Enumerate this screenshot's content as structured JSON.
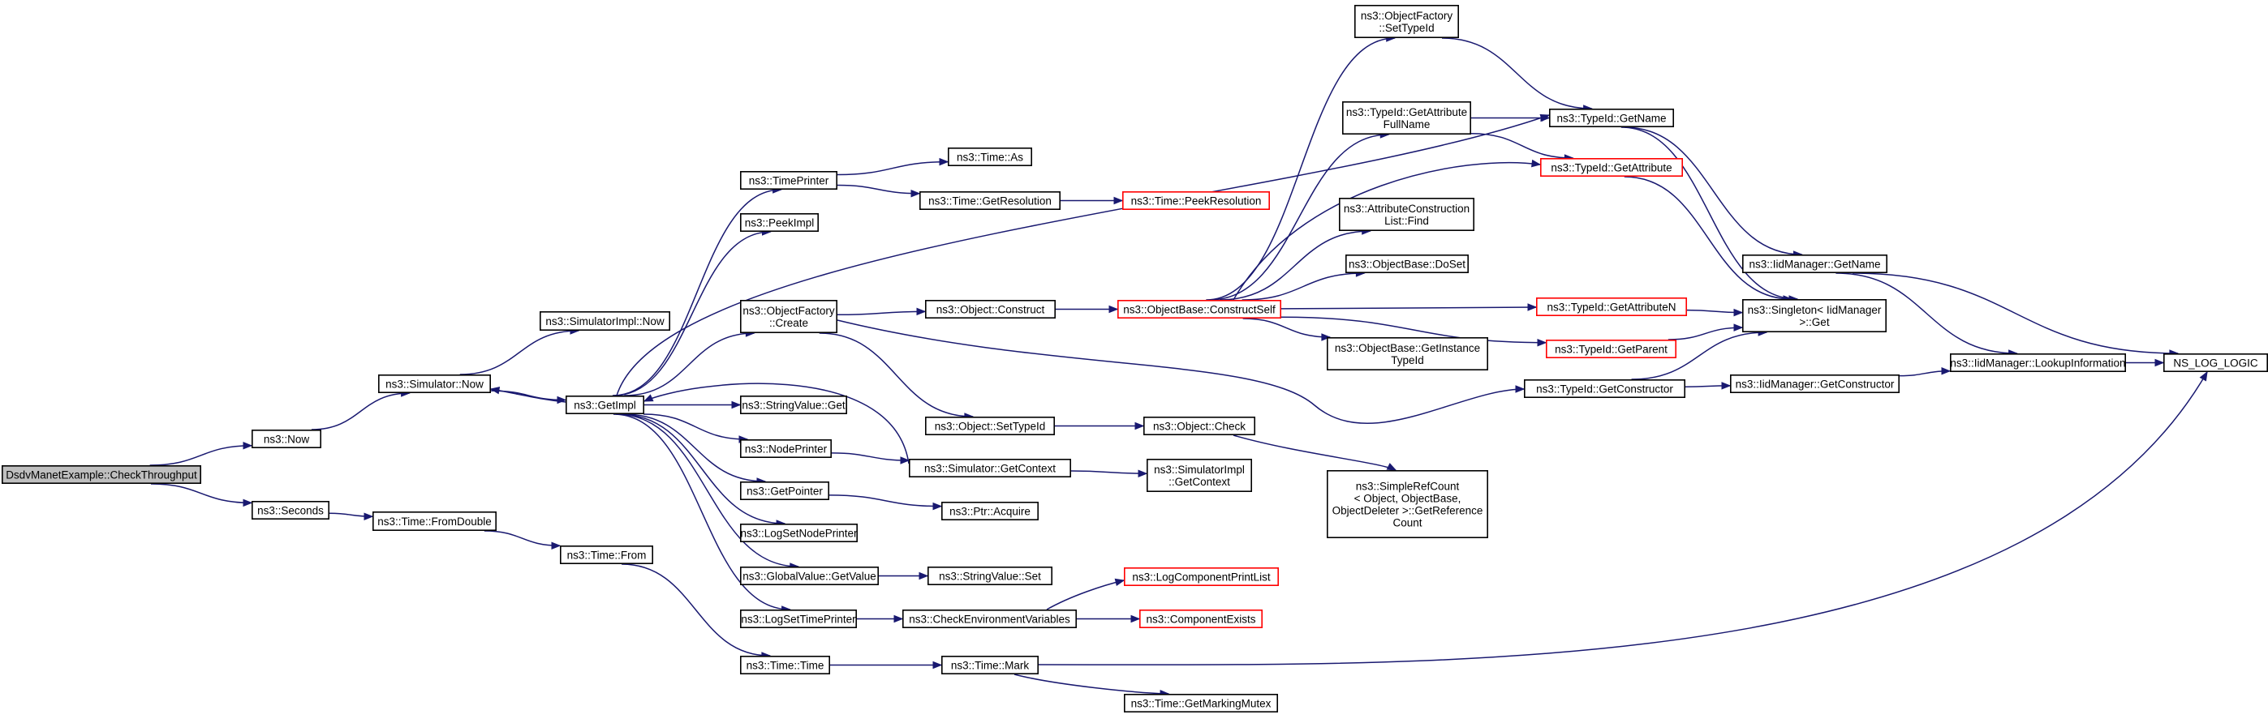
{
  "nodes": {
    "root": {
      "lines": [
        "DsdvManetExample::CheckThroughput"
      ],
      "style": "root"
    },
    "now": {
      "lines": [
        "ns3::Now"
      ]
    },
    "seconds": {
      "lines": [
        "ns3::Seconds"
      ]
    },
    "simnow": {
      "lines": [
        "ns3::Simulator::Now"
      ]
    },
    "getimpl": {
      "lines": [
        "ns3::GetImpl"
      ]
    },
    "simimplnow": {
      "lines": [
        "ns3::SimulatorImpl::Now"
      ]
    },
    "fromdouble": {
      "lines": [
        "ns3::Time::FromDouble"
      ]
    },
    "timefrom": {
      "lines": [
        "ns3::Time::From"
      ]
    },
    "timeprinter": {
      "lines": [
        "ns3::TimePrinter"
      ]
    },
    "peekimpl": {
      "lines": [
        "ns3::PeekImpl"
      ]
    },
    "ofcreate": {
      "lines": [
        "ns3::ObjectFactory",
        "::Create"
      ]
    },
    "svget": {
      "lines": [
        "ns3::StringValue::Get"
      ]
    },
    "nodeprinter": {
      "lines": [
        "ns3::NodePrinter"
      ]
    },
    "getpointer": {
      "lines": [
        "ns3::GetPointer"
      ]
    },
    "logsetnode": {
      "lines": [
        "ns3::LogSetNodePrinter"
      ]
    },
    "gvgetvalue": {
      "lines": [
        "ns3::GlobalValue::GetValue"
      ]
    },
    "logsettime": {
      "lines": [
        "ns3::LogSetTimePrinter"
      ]
    },
    "timetime": {
      "lines": [
        "ns3::Time::Time"
      ]
    },
    "timeas": {
      "lines": [
        "ns3::Time::As"
      ]
    },
    "timegetres": {
      "lines": [
        "ns3::Time::GetResolution"
      ]
    },
    "timepeekres": {
      "lines": [
        "ns3::Time::PeekResolution"
      ],
      "style": "red"
    },
    "objconstruct": {
      "lines": [
        "ns3::Object::Construct"
      ]
    },
    "objsettypeid": {
      "lines": [
        "ns3::Object::SetTypeId"
      ]
    },
    "simgetctx": {
      "lines": [
        "ns3::Simulator::GetContext"
      ]
    },
    "ptracquire": {
      "lines": [
        "ns3::Ptr::Acquire"
      ]
    },
    "svset": {
      "lines": [
        "ns3::StringValue::Set"
      ]
    },
    "checkenv": {
      "lines": [
        "ns3::CheckEnvironmentVariables"
      ]
    },
    "timemark": {
      "lines": [
        "ns3::Time::Mark"
      ]
    },
    "obconstructself": {
      "lines": [
        "ns3::ObjectBase::ConstructSelf"
      ],
      "style": "red"
    },
    "objcheck": {
      "lines": [
        "ns3::Object::Check"
      ]
    },
    "simimplgetctx": {
      "lines": [
        "ns3::SimulatorImpl",
        "::GetContext"
      ]
    },
    "logcomplist": {
      "lines": [
        "ns3::LogComponentPrintList"
      ],
      "style": "red"
    },
    "compexists": {
      "lines": [
        "ns3::ComponentExists"
      ],
      "style": "red"
    },
    "getmarkingmutex": {
      "lines": [
        "ns3::Time::GetMarkingMutex"
      ]
    },
    "ofsettypeid": {
      "lines": [
        "ns3::ObjectFactory",
        "::SetTypeId"
      ]
    },
    "tidgetattrfull": {
      "lines": [
        "ns3::TypeId::GetAttribute",
        "FullName"
      ]
    },
    "acfind": {
      "lines": [
        "ns3::AttributeConstruction",
        "List::Find"
      ]
    },
    "obdoset": {
      "lines": [
        "ns3::ObjectBase::DoSet"
      ]
    },
    "obgetinst": {
      "lines": [
        "ns3::ObjectBase::GetInstance",
        "TypeId"
      ]
    },
    "simplerefcount": {
      "lines": [
        "ns3::SimpleRefCount",
        "< Object, ObjectBase,",
        " ObjectDeleter >::GetReference",
        "Count"
      ]
    },
    "tidgetname": {
      "lines": [
        "ns3::TypeId::GetName"
      ]
    },
    "tidgetattr": {
      "lines": [
        "ns3::TypeId::GetAttribute"
      ],
      "style": "red"
    },
    "tidgetattrn": {
      "lines": [
        "ns3::TypeId::GetAttributeN"
      ],
      "style": "red"
    },
    "tidgetparent": {
      "lines": [
        "ns3::TypeId::GetParent"
      ],
      "style": "red"
    },
    "tidgetctor": {
      "lines": [
        "ns3::TypeId::GetConstructor"
      ]
    },
    "iidgetname": {
      "lines": [
        "ns3::IidManager::GetName"
      ]
    },
    "singletonget": {
      "lines": [
        "ns3::Singleton< IidManager",
        " >::Get"
      ]
    },
    "iidgetctor": {
      "lines": [
        "ns3::IidManager::GetConstructor"
      ]
    },
    "iidlookup": {
      "lines": [
        "ns3::IidManager::LookupInformation"
      ]
    },
    "nslog": {
      "lines": [
        "NS_LOG_LOGIC"
      ]
    }
  },
  "edges": [
    [
      "root",
      "now"
    ],
    [
      "root",
      "seconds"
    ],
    [
      "now",
      "simnow"
    ],
    [
      "seconds",
      "fromdouble"
    ],
    [
      "simnow",
      "simimplnow"
    ],
    [
      "simnow",
      "getimpl"
    ],
    [
      "getimpl",
      "simnow"
    ],
    [
      "getimpl",
      "timeprinter"
    ],
    [
      "getimpl",
      "peekimpl"
    ],
    [
      "getimpl",
      "ofcreate"
    ],
    [
      "getimpl",
      "svget"
    ],
    [
      "getimpl",
      "nodeprinter"
    ],
    [
      "getimpl",
      "getpointer"
    ],
    [
      "getimpl",
      "logsetnode"
    ],
    [
      "getimpl",
      "gvgetvalue"
    ],
    [
      "getimpl",
      "logsettime"
    ],
    [
      "getimpl",
      "tidgetname"
    ],
    [
      "fromdouble",
      "timefrom"
    ],
    [
      "timefrom",
      "timetime"
    ],
    [
      "timeprinter",
      "timeas"
    ],
    [
      "timeprinter",
      "timegetres"
    ],
    [
      "timegetres",
      "timepeekres"
    ],
    [
      "ofcreate",
      "objconstruct"
    ],
    [
      "ofcreate",
      "objsettypeid"
    ],
    [
      "ofcreate",
      "tidgetctor"
    ],
    [
      "nodeprinter",
      "simgetctx"
    ],
    [
      "simgetctx",
      "getimpl"
    ],
    [
      "simgetctx",
      "simimplgetctx"
    ],
    [
      "getpointer",
      "ptracquire"
    ],
    [
      "gvgetvalue",
      "svset"
    ],
    [
      "logsettime",
      "checkenv"
    ],
    [
      "checkenv",
      "logcomplist"
    ],
    [
      "checkenv",
      "compexists"
    ],
    [
      "timetime",
      "timemark"
    ],
    [
      "timemark",
      "getmarkingmutex"
    ],
    [
      "timemark",
      "nslog"
    ],
    [
      "objconstruct",
      "obconstructself"
    ],
    [
      "objsettypeid",
      "objcheck"
    ],
    [
      "objcheck",
      "simplerefcount"
    ],
    [
      "obconstructself",
      "ofsettypeid"
    ],
    [
      "obconstructself",
      "tidgetattrfull"
    ],
    [
      "obconstructself",
      "tidgetattr"
    ],
    [
      "obconstructself",
      "acfind"
    ],
    [
      "obconstructself",
      "obdoset"
    ],
    [
      "obconstructself",
      "obgetinst"
    ],
    [
      "obconstructself",
      "tidgetattrn"
    ],
    [
      "obconstructself",
      "tidgetparent"
    ],
    [
      "ofsettypeid",
      "tidgetname"
    ],
    [
      "tidgetattrfull",
      "tidgetname"
    ],
    [
      "tidgetattrfull",
      "tidgetattr"
    ],
    [
      "tidgetname",
      "iidgetname"
    ],
    [
      "tidgetname",
      "singletonget"
    ],
    [
      "tidgetattr",
      "singletonget"
    ],
    [
      "tidgetattrn",
      "singletonget"
    ],
    [
      "tidgetparent",
      "singletonget"
    ],
    [
      "tidgetctor",
      "singletonget"
    ],
    [
      "tidgetctor",
      "iidgetctor"
    ],
    [
      "iidgetname",
      "iidlookup"
    ],
    [
      "iidgetname",
      "nslog"
    ],
    [
      "iidgetctor",
      "iidlookup"
    ],
    [
      "iidlookup",
      "nslog"
    ]
  ]
}
